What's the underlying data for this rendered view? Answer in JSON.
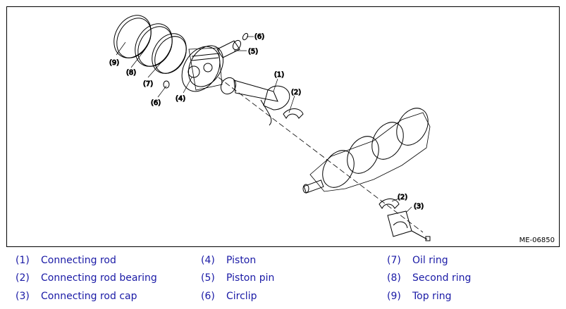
{
  "figure": {
    "id": "ME-06850",
    "callouts": [
      "(1)",
      "(2)",
      "(3)",
      "(4)",
      "(5)",
      "(6)",
      "(7)",
      "(8)",
      "(9)"
    ]
  },
  "legend": {
    "col1": [
      {
        "num": "(1)",
        "text": "Connecting rod"
      },
      {
        "num": "(2)",
        "text": "Connecting rod bearing"
      },
      {
        "num": "(3)",
        "text": "Connecting rod cap"
      }
    ],
    "col2": [
      {
        "num": "(4)",
        "text": "Piston"
      },
      {
        "num": "(5)",
        "text": "Piston pin"
      },
      {
        "num": "(6)",
        "text": "Circlip"
      }
    ],
    "col3": [
      {
        "num": "(7)",
        "text": "Oil ring"
      },
      {
        "num": "(8)",
        "text": "Second ring"
      },
      {
        "num": "(9)",
        "text": "Top ring"
      }
    ]
  },
  "colors": {
    "legend_text": "#1a1aa6",
    "line": "#000000"
  }
}
